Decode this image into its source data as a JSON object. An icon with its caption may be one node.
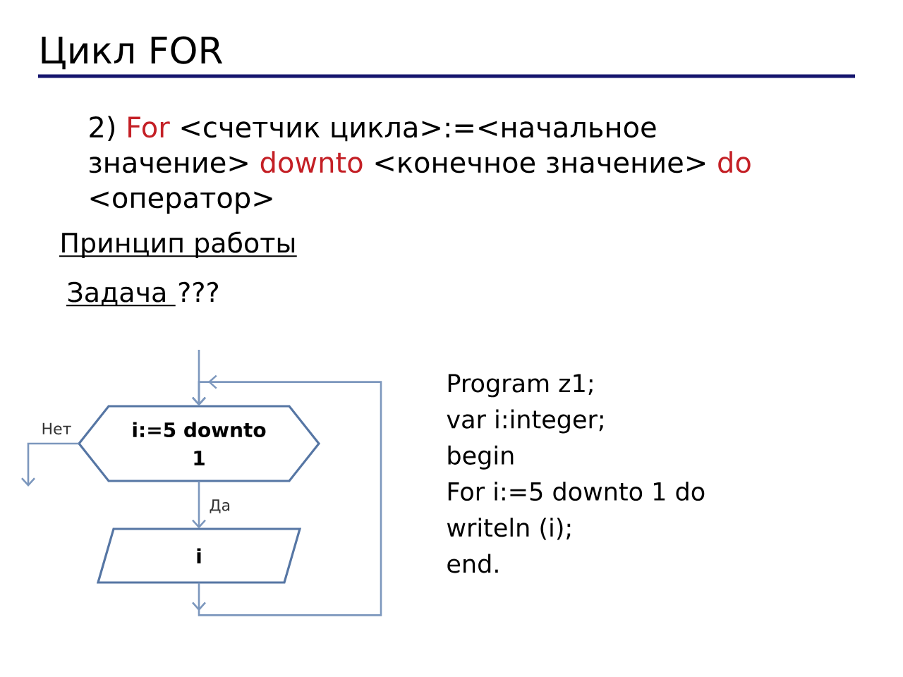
{
  "diagram": {
    "title": "Цикл FOR",
    "nodes": [
      {
        "text": [
          "i:=5 downto 1"
        ]
      },
      {
        "text": [
          "i"
        ]
      }
    ],
    "edges": [
      {
        "from": null,
        "to": 0,
        "arrow": "to"
      },
      {
        "from": 0,
        "to": 1,
        "arrow": "to",
        "label": "Да"
      },
      {
        "from": 1,
        "to": 0,
        "arrow": "to"
      },
      {
        "from": 0,
        "to": null,
        "arrow": "to",
        "label": "Нет"
      }
    ],
    "labels": [
      "2)",
      "For",
      "<счетчик цикла>:=<начальное значение>",
      "downto",
      "<конечное значение>",
      "do",
      "<оператор>",
      "Принцип работы",
      "Задача",
      "???",
      "Program z1;",
      "var i:integer;",
      "begin",
      "For i:=5 downto 1 do",
      "writeln (i);",
      "end."
    ]
  }
}
